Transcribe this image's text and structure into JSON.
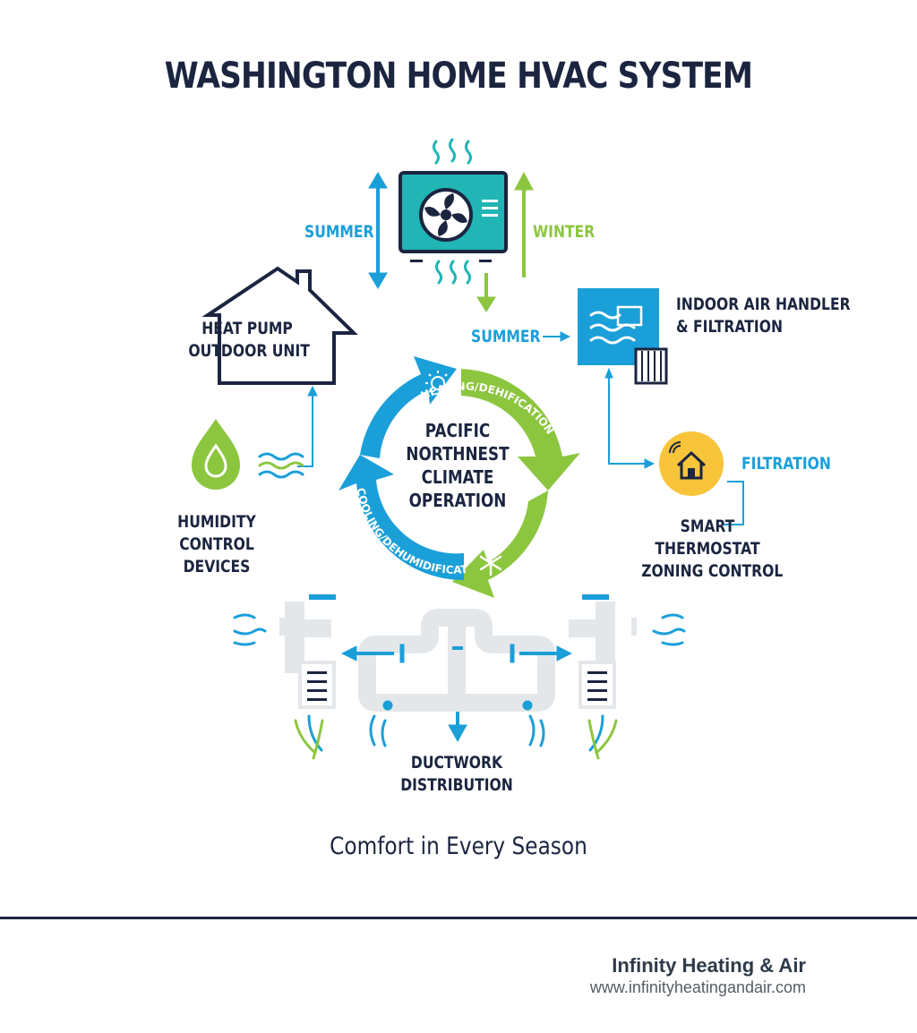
{
  "title": "WASHINGTON HOME HVAC SYSTEM",
  "labels": {
    "summer_left": "SUMMER",
    "winter_right": "WINTER",
    "heat_pump": [
      "HEAT PUMP",
      "OUTDOOR UNIT"
    ],
    "air_handler": [
      "INDOOR AIR HANDLER",
      "& FILTRATION"
    ],
    "summer_handler": "SUMMER",
    "humidity": [
      "HUMIDITY",
      "CONTROL",
      "DEVICES"
    ],
    "filtration": "FILTRATION",
    "thermostat": [
      "SMART",
      "THERMOSTAT",
      "ZONING CONTROL"
    ],
    "ductwork": [
      "DUCTWORK",
      "DISTRIBUTION"
    ]
  },
  "cycle": {
    "center": [
      "PACIFIC",
      "NORTHNEST",
      "CLIMATE",
      "OPERATION"
    ],
    "heating_arc": "HEATING/DEHIFICATION",
    "cooling_arc": "COOLING/DEHUMIDIFICATION"
  },
  "tagline": "Comfort in Every Season",
  "footer": {
    "company": "Infinity Heating & Air",
    "url": "www.infinityheatingandair.com"
  },
  "colors": {
    "navy": "#1b2540",
    "blue": "#1a9fd9",
    "green": "#8cc63f",
    "teal": "#21b5b5",
    "yellow": "#f7c43a",
    "duct_gray": "#e4e7ea"
  },
  "icons": [
    "fan-icon",
    "sun-icon",
    "snowflake-icon",
    "water-drop-icon",
    "wave-icon",
    "smart-home-icon",
    "air-filter-icon",
    "vent-grille-icon",
    "airflow-arrow-icon"
  ]
}
